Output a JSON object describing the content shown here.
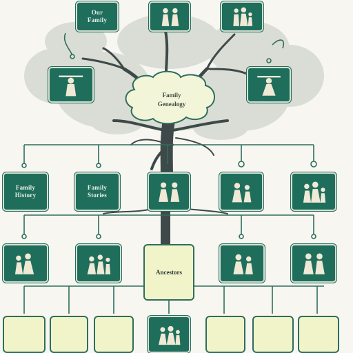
{
  "diagram": {
    "root_label": "",
    "top_row": [
      {
        "label": "Our\nFamily",
        "figure": "text"
      },
      {
        "label": "",
        "figure": "two-people-icon"
      },
      {
        "label": "",
        "figure": "family-icon"
      }
    ],
    "branch_row": [
      {
        "label": "",
        "figure": "person-icon"
      },
      {
        "label": "",
        "figure": "person-icon"
      }
    ],
    "level_one": [
      {
        "label": "Family\nHistory",
        "figure": "text"
      },
      {
        "label": "Family\nStories",
        "figure": "text"
      },
      {
        "label": "",
        "figure": "two-people-icon"
      },
      {
        "label": "",
        "figure": "couple-icon"
      },
      {
        "label": "",
        "figure": "family-icon"
      }
    ],
    "level_two": [
      {
        "label": "",
        "figure": "family-icon"
      },
      {
        "label": "",
        "figure": "people-icon"
      },
      {
        "label": "Ancestors",
        "figure": "card"
      },
      {
        "label": "",
        "figure": "couple-icon"
      },
      {
        "label": "",
        "figure": "two-people-icon"
      }
    ],
    "bottom_row": [
      {
        "label": ""
      },
      {
        "label": ""
      },
      {
        "label": ""
      },
      {
        "label": "",
        "figure": "family-icon"
      },
      {
        "label": ""
      },
      {
        "label": ""
      },
      {
        "label": ""
      }
    ],
    "colors": {
      "node_fill": "#1f6e5c",
      "node_border": "#d9dfd2",
      "card_fill": "#f1f3c9",
      "trunk": "#3e4a4a",
      "foliage": "#d7dbd2",
      "connector": "#2e6e5c",
      "figure": "#efe9d6"
    }
  },
  "cloud": {
    "text": "Family\nGenealogy"
  }
}
